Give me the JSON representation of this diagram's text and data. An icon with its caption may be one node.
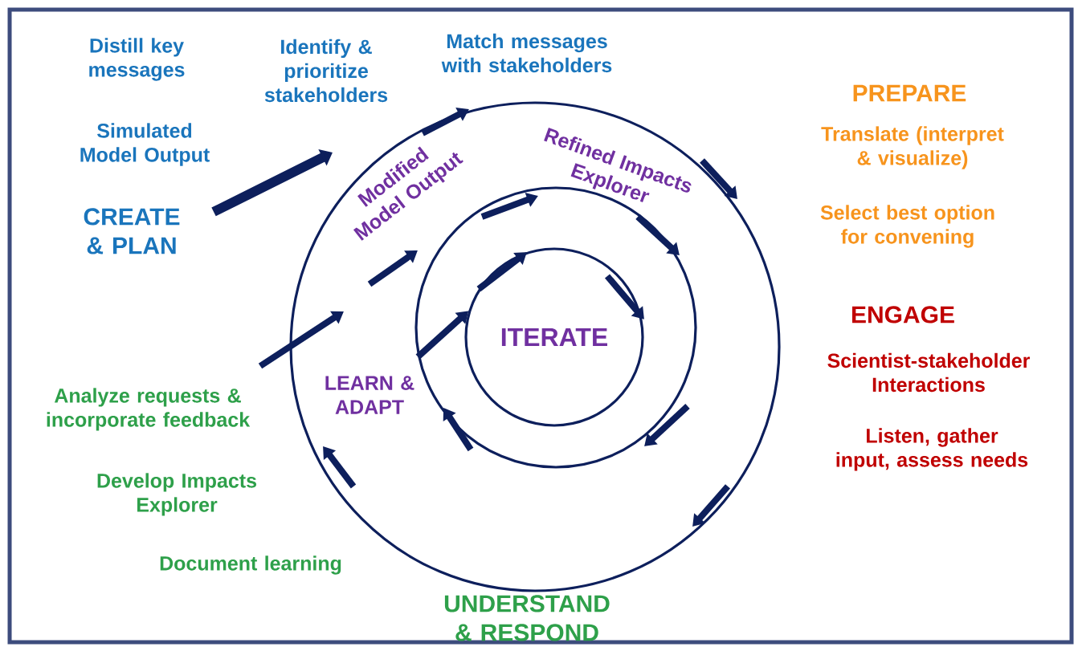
{
  "diagram": {
    "nodes": [
      {
        "text": [],
        "shape": "circle"
      },
      {
        "text": [],
        "shape": "circle",
        "in": 0
      },
      {
        "text": [
          "ITERATE"
        ],
        "in": 1
      }
    ],
    "edges": [
      {
        "from": 1,
        "to": 2,
        "arrow": "to"
      }
    ],
    "labels": [
      "Distill key messages",
      "Identify & prioritize stakeholders",
      "Match messages with stakeholders",
      "Simulated Model Output",
      "PREPARE",
      "Translate (interpret & visualize)",
      "Modified Model Output",
      "Refined Impacts Explorer",
      "CREATE & PLAN",
      "Select best option for convening",
      "ENGAGE",
      "Scientist-stakeholder Interactions",
      "LEARN & ADAPT",
      "Analyze requests & incorporate feedback",
      "Listen, gather input, assess needs",
      "Develop Impacts Explorer",
      "Document learning",
      "UNDERSTAND & RESPOND"
    ]
  }
}
